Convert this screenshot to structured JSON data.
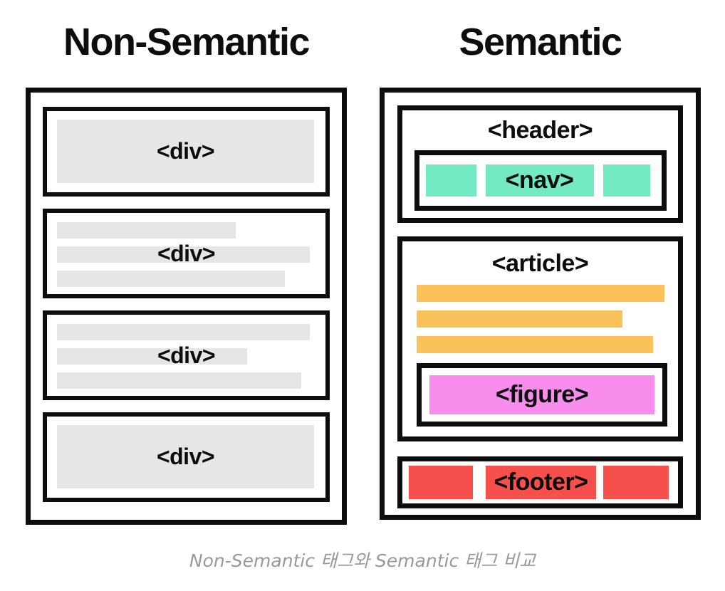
{
  "titles": {
    "left": "Non-Semantic",
    "right": "Semantic"
  },
  "non_semantic": {
    "box1_label": "<div>",
    "box2_label": "<div>",
    "box3_label": "<div>",
    "box4_label": "<div>"
  },
  "semantic": {
    "header_label": "<header>",
    "nav_label": "<nav>",
    "article_label": "<article>",
    "figure_label": "<figure>",
    "footer_label": "<footer>"
  },
  "caption": "Non-Semantic 태그와 Semantic 태그 비교",
  "colors": {
    "ink": "#0d0d0d",
    "placeholder_gray": "#e6e6e6",
    "nav_mint": "#73e9c4",
    "article_orange": "#fbc25b",
    "figure_pink": "#f98ded",
    "footer_red": "#f5504b",
    "caption_gray": "#999999"
  }
}
